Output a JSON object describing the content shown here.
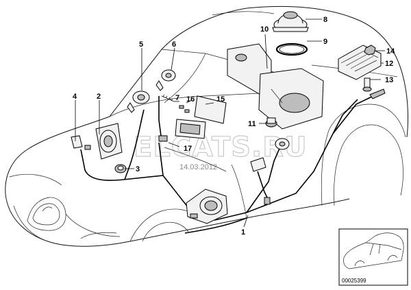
{
  "watermark": {
    "site": "ELCATS.RU",
    "date": "14.03.2012"
  },
  "callouts": [
    {
      "id": "1",
      "label": "1"
    },
    {
      "id": "2",
      "label": "2"
    },
    {
      "id": "3",
      "label": "3"
    },
    {
      "id": "4",
      "label": "4"
    },
    {
      "id": "5",
      "label": "5"
    },
    {
      "id": "6",
      "label": "6"
    },
    {
      "id": "7",
      "label": "7"
    },
    {
      "id": "8",
      "label": "8"
    },
    {
      "id": "9",
      "label": "9"
    },
    {
      "id": "10",
      "label": "10"
    },
    {
      "id": "11",
      "label": "11"
    },
    {
      "id": "12",
      "label": "12"
    },
    {
      "id": "13",
      "label": "13"
    },
    {
      "id": "14",
      "label": "14"
    },
    {
      "id": "15",
      "label": "15"
    },
    {
      "id": "16",
      "label": "16"
    },
    {
      "id": "17",
      "label": "17"
    }
  ],
  "inset": {
    "reference": "00025399"
  }
}
